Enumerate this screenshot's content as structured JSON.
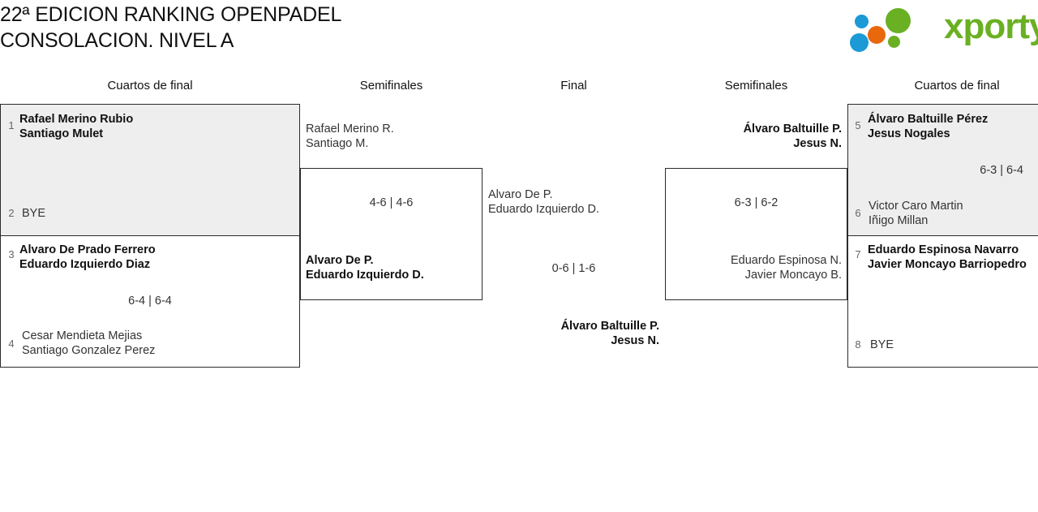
{
  "header": {
    "title": "22ª EDICION RANKING OPENPADEL\nCONSOLACION. NIVEL A",
    "logo_text": "xporty",
    "logo_colors": {
      "blue": "#1b9ad6",
      "orange": "#e8680c",
      "green": "#6ab023",
      "text_green": "#6ab023"
    }
  },
  "rounds": [
    {
      "label": "Cuartos de final"
    },
    {
      "label": "Semifinales"
    },
    {
      "label": "Final"
    },
    {
      "label": "Semifinales"
    },
    {
      "label": "Cuartos de final"
    }
  ],
  "bracket": {
    "left_quarterfinals": [
      {
        "top": {
          "seed": "1",
          "players": "Rafael Merino Rubio\nSantiago Mulet",
          "winner": true
        },
        "bottom": {
          "seed": "2",
          "players": "BYE",
          "winner": false
        },
        "score": ""
      },
      {
        "top": {
          "seed": "3",
          "players": "Alvaro De Prado Ferrero\nEduardo Izquierdo Diaz",
          "winner": true
        },
        "bottom": {
          "seed": "4",
          "players": "Cesar Mendieta Mejias\nSantiago Gonzalez Perez",
          "winner": false
        },
        "score": "6-4 | 6-4"
      }
    ],
    "left_semifinal": {
      "top": {
        "players": "Rafael Merino R.\nSantiago M.",
        "winner": false
      },
      "bottom": {
        "players": "Alvaro De P.\nEduardo Izquierdo D.",
        "winner": true
      },
      "score": "4-6 | 4-6"
    },
    "final": {
      "left": {
        "players": "Alvaro De P.\nEduardo Izquierdo D.",
        "winner": false
      },
      "right": {
        "players": "Álvaro Baltuille P.\nJesus N.",
        "winner": true
      },
      "score": "0-6 | 1-6"
    },
    "right_semifinal": {
      "top": {
        "players": "Álvaro Baltuille P.\nJesus N.",
        "winner": true
      },
      "bottom": {
        "players": "Eduardo Espinosa N.\nJavier Moncayo B.",
        "winner": false
      },
      "score": "6-3 | 6-2"
    },
    "right_quarterfinals": [
      {
        "top": {
          "seed": "5",
          "players": "Álvaro Baltuille Pérez\nJesus Nogales",
          "winner": true
        },
        "bottom": {
          "seed": "6",
          "players": "Victor Caro Martin\nIñigo Millan",
          "winner": false
        },
        "score": "6-3 | 6-4"
      },
      {
        "top": {
          "seed": "7",
          "players": "Eduardo Espinosa Navarro\nJavier Moncayo Barriopedro",
          "winner": true
        },
        "bottom": {
          "seed": "8",
          "players": "BYE",
          "winner": false
        },
        "score": ""
      }
    ]
  }
}
